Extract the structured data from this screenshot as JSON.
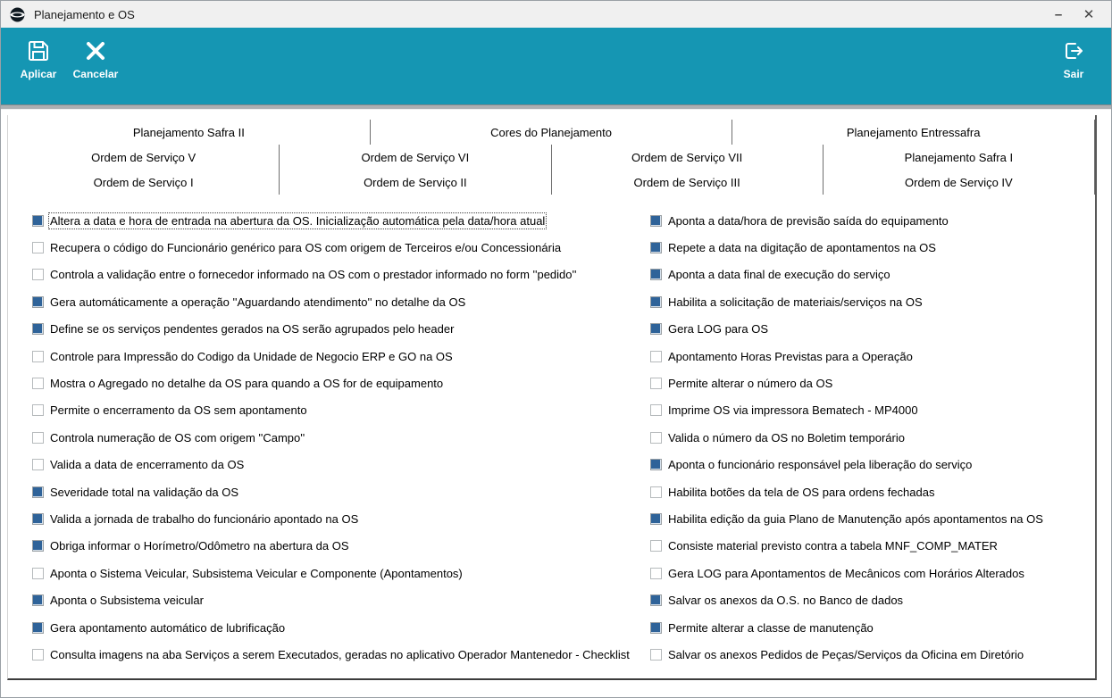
{
  "window": {
    "title": "Planejamento e OS",
    "icon": "app-logo-icon",
    "controls": {
      "minimize": "–",
      "close": "✕"
    }
  },
  "toolbar": {
    "background": "#1596B3",
    "buttons": {
      "apply": {
        "label": "Aplicar",
        "icon": "floppy-disk-icon"
      },
      "cancel": {
        "label": "Cancelar",
        "icon": "x-icon"
      },
      "exit": {
        "label": "Sair",
        "icon": "exit-door-icon"
      }
    }
  },
  "tabs": {
    "active": "Ordem de Serviço I",
    "rows": [
      {
        "items": [
          "Planejamento Safra II",
          "Cores do Planejamento",
          "Planejamento Entressafra"
        ]
      },
      {
        "items": [
          "Ordem de Serviço V",
          "Ordem de Serviço VI",
          "Ordem de Serviço VII",
          "Planejamento Safra I"
        ]
      },
      {
        "items": [
          "Ordem de Serviço I",
          "Ordem de Serviço II",
          "Ordem de Serviço III",
          "Ordem de Serviço IV"
        ]
      }
    ]
  },
  "options": {
    "checked_color": "#2F6399",
    "left": [
      {
        "label": "Altera a data e hora de entrada na abertura da OS. Inicialização automática pela data/hora atual",
        "checked": true,
        "focused": true
      },
      {
        "label": "Recupera o código do Funcionário genérico para OS com origem de Terceiros e/ou Concessionária",
        "checked": false
      },
      {
        "label": "Controla a validação entre o fornecedor informado na OS com o prestador informado no form ''pedido''",
        "checked": false
      },
      {
        "label": "Gera automáticamente a operação ''Aguardando atendimento'' no detalhe da OS",
        "checked": true
      },
      {
        "label": "Define se os serviços pendentes gerados na OS serão agrupados pelo header",
        "checked": true
      },
      {
        "label": "Controle para Impressão do Codigo da Unidade de Negocio ERP e GO na OS",
        "checked": false
      },
      {
        "label": "Mostra o Agregado no detalhe da OS para quando a OS for de equipamento",
        "checked": false
      },
      {
        "label": "Permite o encerramento da OS sem apontamento",
        "checked": false
      },
      {
        "label": "Controla numeração de OS com origem ''Campo''",
        "checked": false
      },
      {
        "label": "Valida a data de encerramento da OS",
        "checked": false
      },
      {
        "label": "Severidade total na validação da OS",
        "checked": true
      },
      {
        "label": "Valida a jornada de trabalho do funcionário apontado na OS",
        "checked": true
      },
      {
        "label": "Obriga informar o Horímetro/Odômetro na abertura da OS",
        "checked": true
      },
      {
        "label": "Aponta o Sistema Veicular, Subsistema Veicular e Componente (Apontamentos)",
        "checked": false
      },
      {
        "label": "Aponta o Subsistema veicular",
        "checked": true
      },
      {
        "label": "Gera apontamento automático de lubrificação",
        "checked": true
      },
      {
        "label": "Consulta imagens na aba Serviços a serem Executados, geradas no aplicativo Operador Mantenedor - Checklist",
        "checked": false
      }
    ],
    "right": [
      {
        "label": "Aponta a data/hora de previsão saída do equipamento",
        "checked": true
      },
      {
        "label": "Repete a data na digitação de apontamentos na OS",
        "checked": true
      },
      {
        "label": "Aponta a data final de execução do serviço",
        "checked": true
      },
      {
        "label": "Habilita a solicitação de materiais/serviços na OS",
        "checked": true
      },
      {
        "label": "Gera LOG para OS",
        "checked": true
      },
      {
        "label": "Apontamento Horas Previstas para a Operação",
        "checked": false
      },
      {
        "label": "Permite alterar o número da OS",
        "checked": false
      },
      {
        "label": "Imprime OS via impressora Bematech - MP4000",
        "checked": false
      },
      {
        "label": "Valida o número da OS no Boletim temporário",
        "checked": false
      },
      {
        "label": "Aponta o funcionário responsável pela liberação do serviço",
        "checked": true
      },
      {
        "label": "Habilita botões da tela de OS para ordens fechadas",
        "checked": false
      },
      {
        "label": "Habilita edição da guia Plano de Manutenção após apontamentos na OS",
        "checked": true
      },
      {
        "label": "Consiste material previsto contra a tabela MNF_COMP_MATER",
        "checked": false
      },
      {
        "label": "Gera LOG para Apontamentos de Mecânicos com Horários Alterados",
        "checked": false
      },
      {
        "label": "Salvar os anexos da O.S. no Banco de dados",
        "checked": true
      },
      {
        "label": "Permite alterar a classe de manutenção",
        "checked": true
      },
      {
        "label": "Salvar os anexos Pedidos de Peças/Serviços da Oficina em Diretório",
        "checked": false
      }
    ]
  }
}
